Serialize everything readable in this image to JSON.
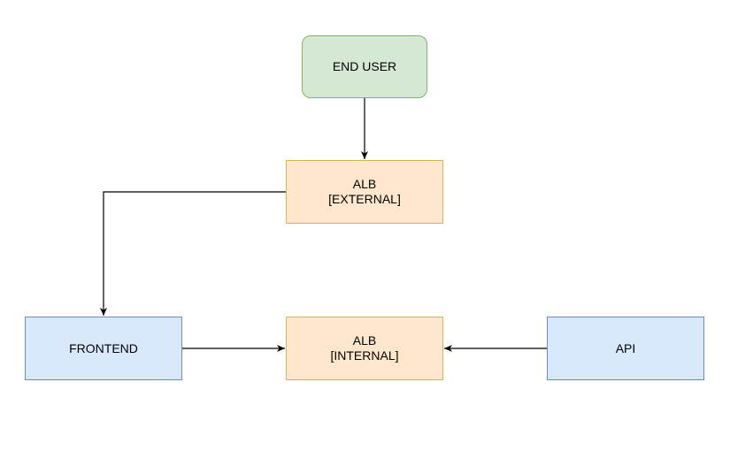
{
  "diagram": {
    "nodes": [
      {
        "id": "end-user",
        "lines": [
          "END USER"
        ],
        "fill": "#d5e8d4",
        "stroke": "#82b366",
        "shape": "rounded-rectangle"
      },
      {
        "id": "alb-external",
        "lines": [
          "ALB",
          "[EXTERNAL]"
        ],
        "fill": "#ffe6cc",
        "stroke": "#d6b656",
        "shape": "rectangle"
      },
      {
        "id": "frontend",
        "lines": [
          "FRONTEND"
        ],
        "fill": "#dae8fc",
        "stroke": "#6c8ebf",
        "shape": "rectangle"
      },
      {
        "id": "alb-internal",
        "lines": [
          "ALB",
          "[INTERNAL]"
        ],
        "fill": "#ffe6cc",
        "stroke": "#d6b656",
        "shape": "rectangle"
      },
      {
        "id": "api",
        "lines": [
          "API"
        ],
        "fill": "#dae8fc",
        "stroke": "#6c8ebf",
        "shape": "rectangle"
      }
    ],
    "edges": [
      {
        "from": "end-user",
        "to": "alb-external"
      },
      {
        "from": "alb-external",
        "to": "frontend"
      },
      {
        "from": "frontend",
        "to": "alb-internal"
      },
      {
        "from": "api",
        "to": "alb-internal"
      }
    ],
    "edge_color": "#000000"
  }
}
